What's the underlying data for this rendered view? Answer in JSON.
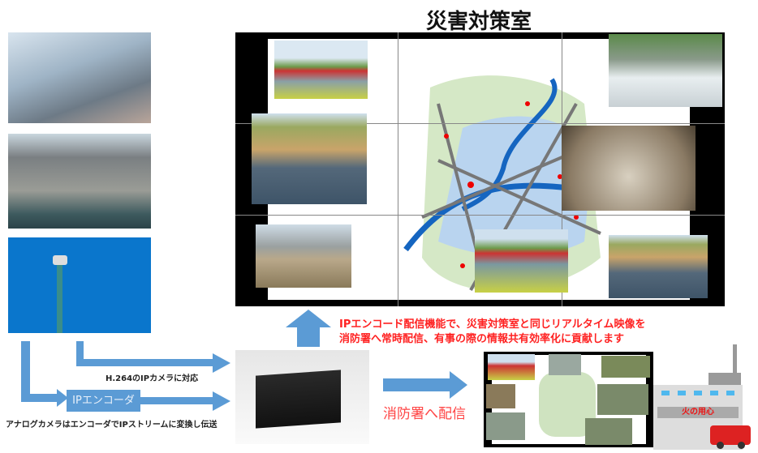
{
  "title": "災害対策室",
  "message": {
    "line1": "IPエンコード配信機能で、災害対策室と同じリアルタイム映像を",
    "line2": "消防署へ常時配信、有事の際の情報共有効率化に貢献します"
  },
  "labels": {
    "ip_camera": "H.264のIPカメラに対応",
    "encoder": "IPエンコーダ",
    "analog": "アナログカメラはエンコーダでIPストリームに変換し伝送",
    "deliver": "消防署へ配信",
    "station_sign": "火の用心"
  },
  "colors": {
    "arrow": "#5b9bd5",
    "message": "#ff2222"
  }
}
